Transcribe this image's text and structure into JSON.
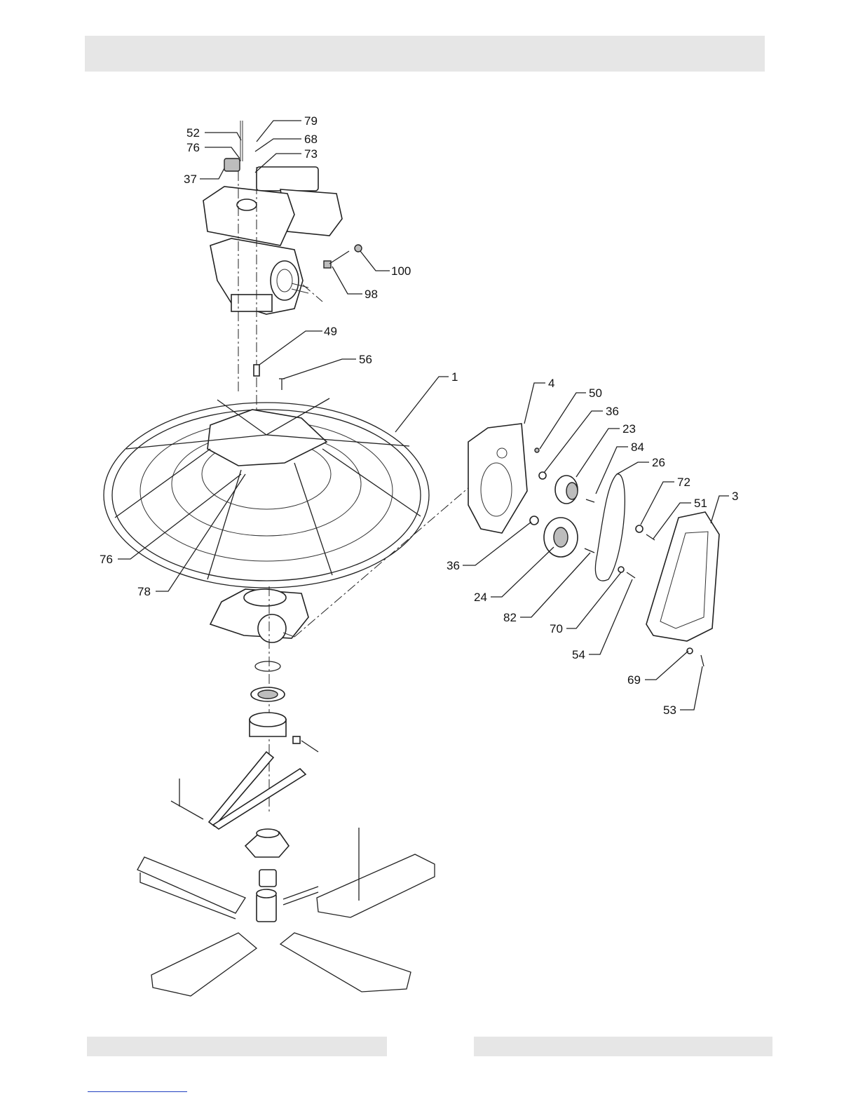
{
  "callouts": [
    {
      "id": "c52",
      "label": "52"
    },
    {
      "id": "c76a",
      "label": "76"
    },
    {
      "id": "c37",
      "label": "37"
    },
    {
      "id": "c79",
      "label": "79"
    },
    {
      "id": "c68",
      "label": "68"
    },
    {
      "id": "c73",
      "label": "73"
    },
    {
      "id": "c100",
      "label": "100"
    },
    {
      "id": "c98",
      "label": "98"
    },
    {
      "id": "c49",
      "label": "49"
    },
    {
      "id": "c56",
      "label": "56"
    },
    {
      "id": "c1",
      "label": "1"
    },
    {
      "id": "c4",
      "label": "4"
    },
    {
      "id": "c50",
      "label": "50"
    },
    {
      "id": "c36a",
      "label": "36"
    },
    {
      "id": "c23",
      "label": "23"
    },
    {
      "id": "c84",
      "label": "84"
    },
    {
      "id": "c26",
      "label": "26"
    },
    {
      "id": "c72",
      "label": "72"
    },
    {
      "id": "c51",
      "label": "51"
    },
    {
      "id": "c3",
      "label": "3"
    },
    {
      "id": "c76b",
      "label": "76"
    },
    {
      "id": "c78",
      "label": "78"
    },
    {
      "id": "c36b",
      "label": "36"
    },
    {
      "id": "c24",
      "label": "24"
    },
    {
      "id": "c82",
      "label": "82"
    },
    {
      "id": "c70",
      "label": "70"
    },
    {
      "id": "c54",
      "label": "54"
    },
    {
      "id": "c69",
      "label": "69"
    },
    {
      "id": "c53",
      "label": "53"
    }
  ]
}
